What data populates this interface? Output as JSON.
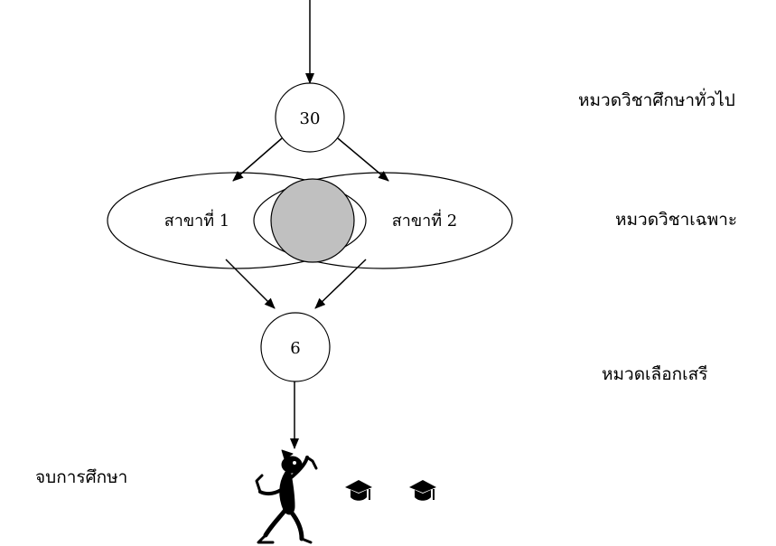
{
  "diagram": {
    "nodes": {
      "general_credits": "30",
      "major_1": "สาขาที่ 1",
      "major_2": "สาขาที่ 2",
      "free_elective_credits": "6"
    },
    "side_labels": {
      "general_education": "หมวดวิชาศึกษาทั่วไป",
      "specialized": "หมวดวิชาเฉพาะ",
      "free_elective": "หมวดเลือกเสรี",
      "graduation": "จบการศึกษา"
    },
    "colors": {
      "stroke": "#000000",
      "overlap_fill": "#c0c0c0",
      "background": "#ffffff"
    },
    "icons": [
      "graduate-figure-icon",
      "mortarboard-icon",
      "mortarboard-icon"
    ]
  }
}
